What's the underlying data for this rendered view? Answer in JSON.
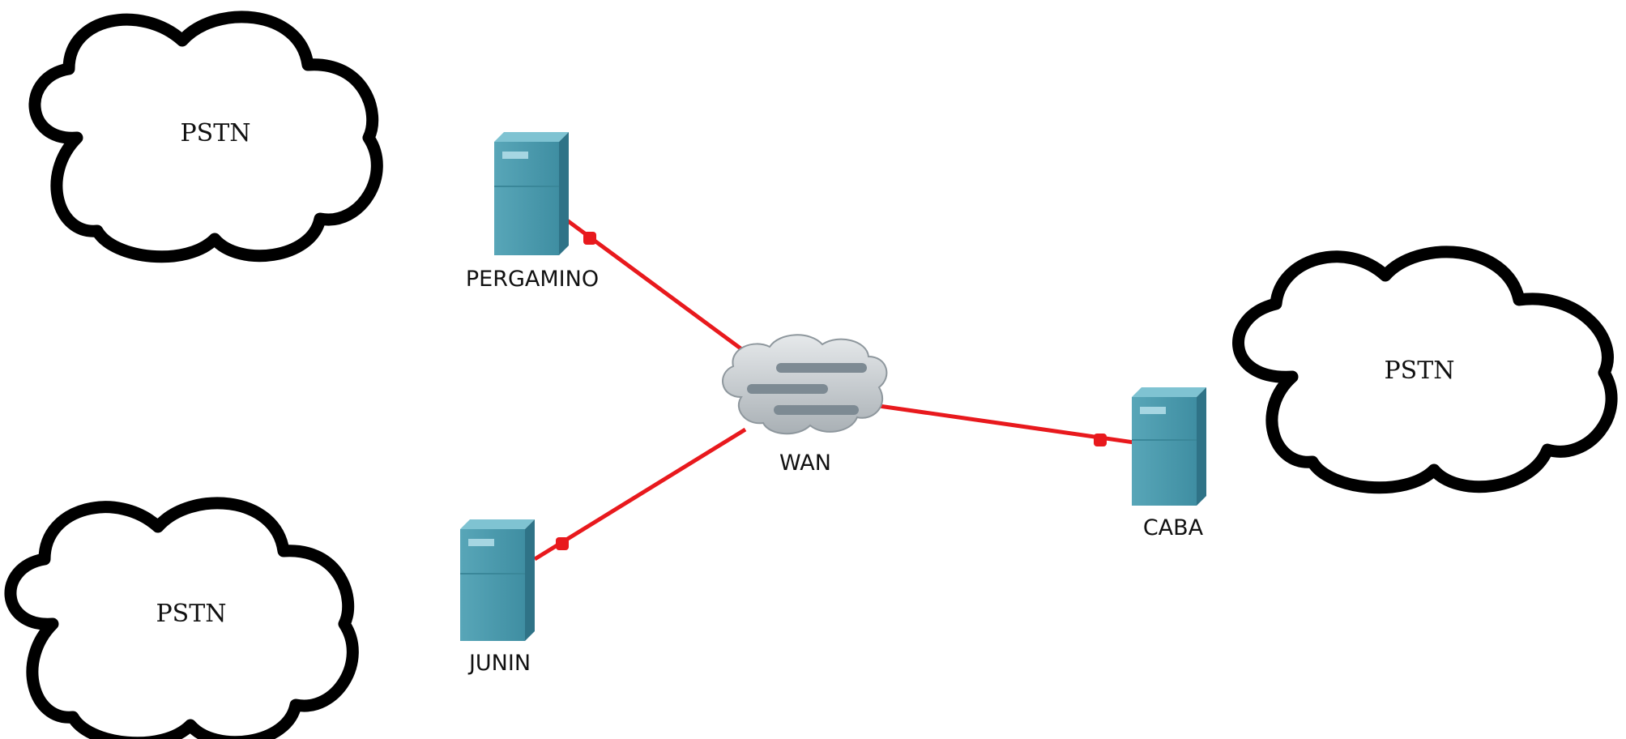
{
  "diagram": {
    "pstn_clouds": [
      {
        "id": "pstn-top-left",
        "label": "PSTN"
      },
      {
        "id": "pstn-bottom-left",
        "label": "PSTN"
      },
      {
        "id": "pstn-right",
        "label": "PSTN"
      }
    ],
    "wan": {
      "label": "WAN",
      "icon": "wan-cloud-icon"
    },
    "servers": [
      {
        "id": "pergamino",
        "label": "PERGAMINO",
        "icon": "server-icon"
      },
      {
        "id": "junin",
        "label": "JUNIN",
        "icon": "server-icon"
      },
      {
        "id": "caba",
        "label": "CABA",
        "icon": "server-icon"
      }
    ],
    "link_color": "#e8191d",
    "server_color": "#4a95a8",
    "outline_color": "#000000"
  }
}
